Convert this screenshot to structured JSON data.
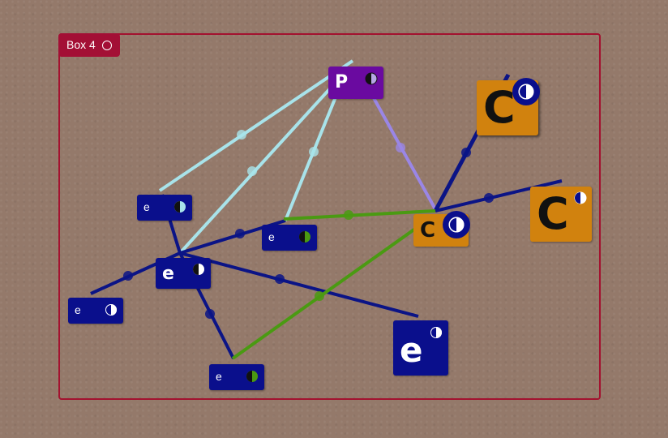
{
  "group": {
    "label": "Box 4"
  },
  "nodes": {
    "p": {
      "label": "P"
    },
    "c_top": {
      "label": "C"
    },
    "c_right": {
      "label": "C"
    },
    "c_mid": {
      "label": "C"
    },
    "e1": {
      "label": "e"
    },
    "e2": {
      "label": "e"
    },
    "e3": {
      "label": "e"
    },
    "e4": {
      "label": "e"
    },
    "e5": {
      "label": "e"
    },
    "e6": {
      "label": "e"
    }
  },
  "colors": {
    "group_border": "#a3122f",
    "group_tab": "#a30f35",
    "navy": "#0a0f8c",
    "purple": "#6a0aa0",
    "orange": "#d1820e",
    "edge_light_blue": "#a8e3ea",
    "edge_lavender": "#9a86e6",
    "edge_green": "#4a9a12",
    "edge_navy": "#0b1486"
  }
}
